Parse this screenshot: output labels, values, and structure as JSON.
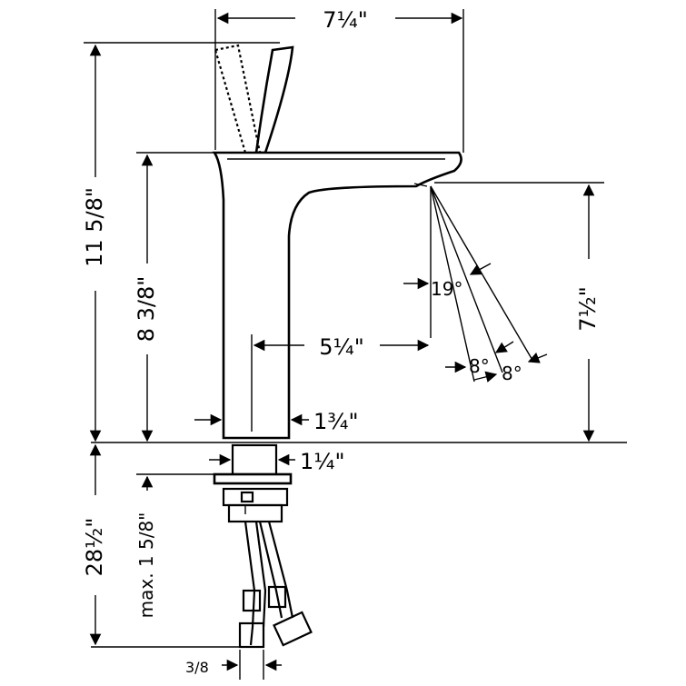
{
  "dimensions": {
    "top_width": "7¼\"",
    "total_height": "11 5/8\"",
    "spout_height": "8 3/8\"",
    "flow_height": "7½\"",
    "spout_reach": "5¼\"",
    "body_width": "1¾\"",
    "shank_width": "1¼\"",
    "supply_length": "28½\"",
    "max_counter": "max. 1 5/8\"",
    "connector": "3/8",
    "angle_main": "19°",
    "angle_a": "8°",
    "angle_b": "8°"
  }
}
